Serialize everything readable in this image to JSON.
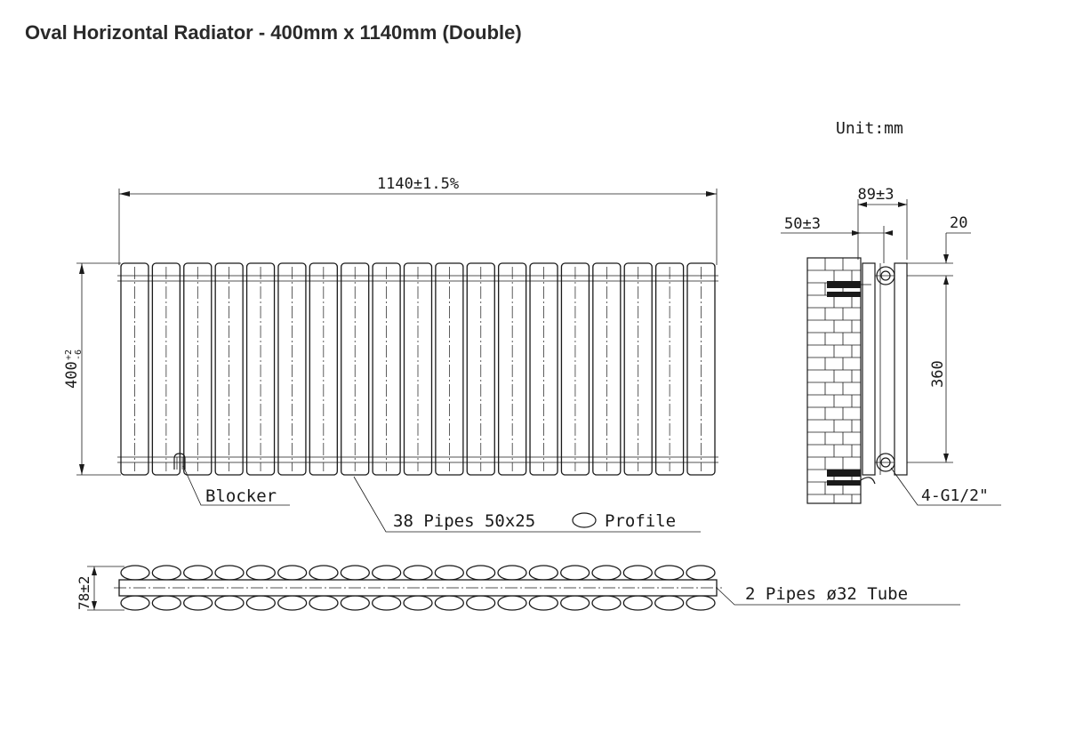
{
  "title": "Oval Horizontal Radiator - 400mm x 1140mm (Double)",
  "unit_label": "Unit:mm",
  "front_view": {
    "width_label": "1140±1.5%",
    "height_label_main": "400",
    "height_label_tol_top": "+2",
    "height_label_tol_bottom": "-6",
    "pipe_count": 19,
    "blocker_label": "Blocker",
    "pipes_label_prefix": "38 Pipes 50x25",
    "pipes_label_suffix": "Profile"
  },
  "top_view": {
    "depth_label": "78±2",
    "tube_label": "2 Pipes ø32 Tube",
    "pipe_count": 19
  },
  "side_view": {
    "depth_label": "89±3",
    "wall_gap_label": "50±3",
    "offset_label": "20",
    "centres_label": "360",
    "connection_label": "4-G1/2\""
  }
}
